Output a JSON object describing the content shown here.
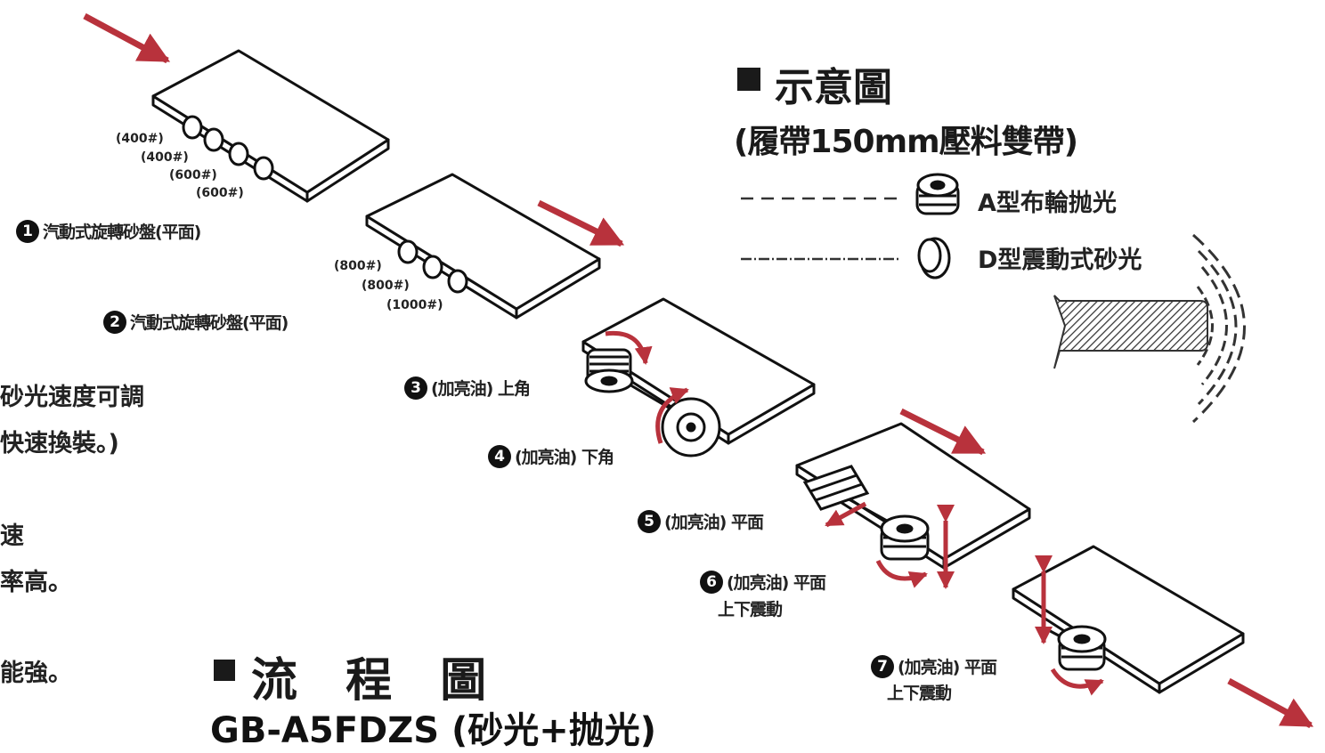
{
  "colors": {
    "arrow": "#b8323c",
    "ink": "#1a1a1a",
    "background": "#ffffff"
  },
  "legend": {
    "title": "示意圖",
    "subtitle": "(履帶150mm壓料雙帶)",
    "item_a": "A型布輪抛光",
    "item_d": "D型震動式砂光"
  },
  "flow": {
    "title": "流 程 圖",
    "model": "GB-A5FDZS (砂光+抛光)"
  },
  "side_text": {
    "line1": "砂光速度可調",
    "line2": "快速換裝。)",
    "line3": "速",
    "line4": "率高。",
    "line5": "能強。"
  },
  "steps": [
    {
      "num": "1",
      "label": "汽動式旋轉砂盤(平面)"
    },
    {
      "num": "2",
      "label": "汽動式旋轉砂盤(平面)"
    },
    {
      "num": "3",
      "label": "(加亮油) 上角"
    },
    {
      "num": "4",
      "label": "(加亮油) 下角"
    },
    {
      "num": "5",
      "label": "(加亮油) 平面"
    },
    {
      "num": "6",
      "label": "(加亮油) 平面",
      "sub": "上下震動"
    },
    {
      "num": "7",
      "label": "(加亮油) 平面",
      "sub": "上下震動"
    }
  ],
  "grits": {
    "station1": [
      "(400#)",
      "(400#)",
      "(600#)",
      "(600#)"
    ],
    "station2": [
      "(800#)",
      "(800#)",
      "(1000#)"
    ]
  }
}
